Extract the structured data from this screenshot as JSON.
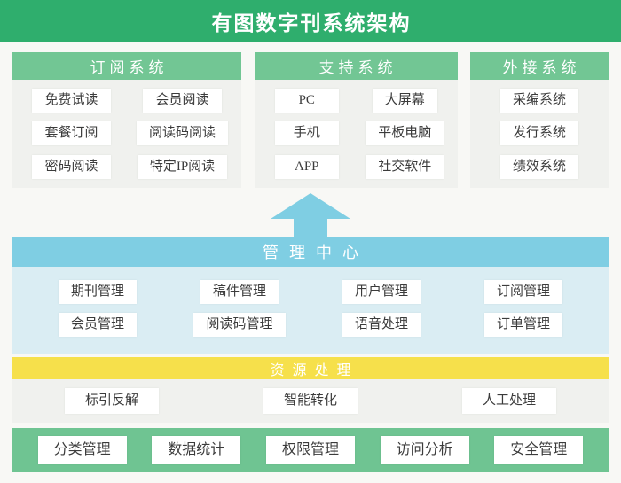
{
  "title": "有图数字刊系统架构",
  "top_columns": [
    {
      "header": "订阅系统",
      "items": [
        "免费试读",
        "会员阅读",
        "套餐订阅",
        "阅读码阅读",
        "密码阅读",
        "特定IP阅读"
      ]
    },
    {
      "header": "支持系统",
      "items": [
        "PC",
        "大屏幕",
        "手机",
        "平板电脑",
        "APP",
        "社交软件"
      ]
    },
    {
      "header": "外接系统",
      "items": [
        "采编系统",
        "发行系统",
        "绩效系统"
      ]
    }
  ],
  "management_center": {
    "header": "管理中心",
    "items": [
      "期刊管理",
      "稿件管理",
      "用户管理",
      "订阅管理",
      "会员管理",
      "阅读码管理",
      "语音处理",
      "订单管理"
    ]
  },
  "resource_processing": {
    "header": "资源处理",
    "items": [
      "标引反解",
      "智能转化",
      "人工处理"
    ]
  },
  "base_services": [
    "分类管理",
    "数据统计",
    "权限管理",
    "访问分析",
    "安全管理"
  ],
  "icons": {
    "up_arrow": "up-arrow-icon"
  },
  "colors": {
    "title_bar_green": "#2FAE6D",
    "panel_header_green": "#72C694",
    "bottom_bar_green": "#6FC492",
    "management_teal": "#7FCEE3",
    "management_body_blue": "#DAEDF3",
    "resource_yellow": "#F6E04B",
    "panel_body_gray": "#F0F1EE",
    "page_background": "#F8F8F5",
    "box_text": "#3B3B3B"
  }
}
